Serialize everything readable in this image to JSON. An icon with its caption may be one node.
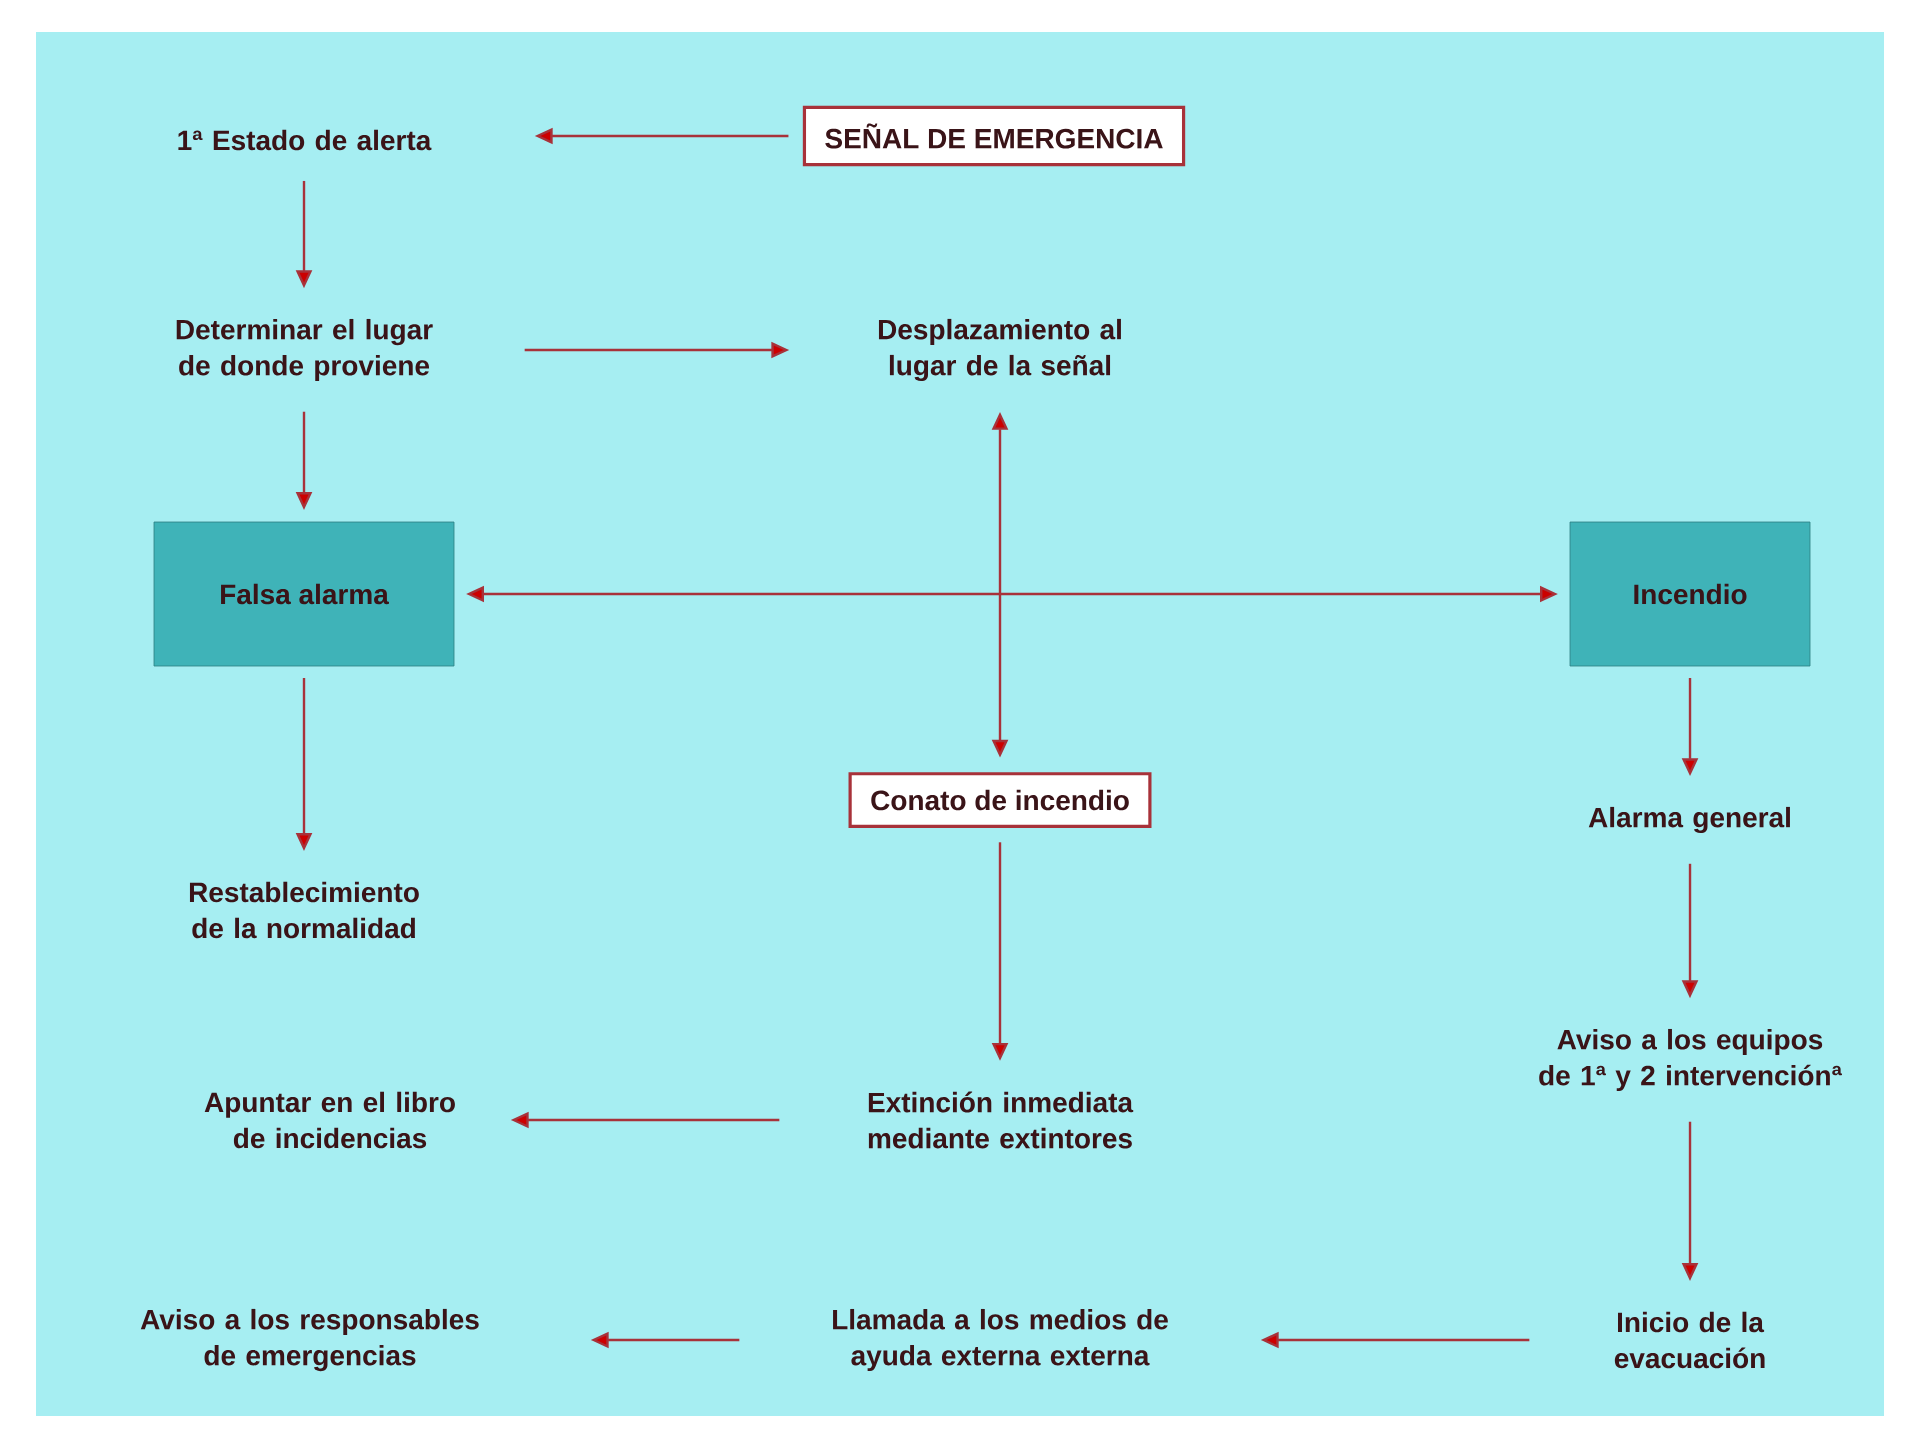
{
  "diagram": {
    "nodes": [
      {
        "text": [
          "SEÑAL DE EMERGENCIA"
        ]
      },
      {
        "text": [
          "1ª Estado de alerta"
        ]
      },
      {
        "text": [
          "Determinar el lugar de donde proviene"
        ]
      },
      {
        "text": [
          "Desplazamiento al lugar de la señal"
        ]
      },
      {
        "text": [
          "Falsa alarma"
        ]
      },
      {
        "text": [
          "Incendio"
        ]
      },
      {
        "text": [
          "Conato de incendio"
        ]
      },
      {
        "text": [
          "Restablecimiento de la normalidad"
        ]
      },
      {
        "text": [
          "Alarma general"
        ]
      },
      {
        "text": [
          "Aviso a los equipos de 1ª y 2 intervenciónª"
        ]
      },
      {
        "text": [
          "Apuntar en el libro de incidencias"
        ]
      },
      {
        "text": [
          "Extinción inmediata mediante extintores"
        ]
      },
      {
        "text": [
          "Aviso a los responsables de emergencias"
        ]
      },
      {
        "text": [
          "Llamada a los medios de ayuda externa externa"
        ]
      },
      {
        "text": [
          "Inicio de la evacuación"
        ]
      }
    ],
    "edges": [
      {
        "from": 0,
        "to": 1,
        "arrow": "to"
      },
      {
        "from": 1,
        "to": 2,
        "arrow": "to"
      },
      {
        "from": 2,
        "to": 3,
        "arrow": "to"
      },
      {
        "from": 2,
        "to": 4,
        "arrow": "to"
      },
      {
        "from": 4,
        "to": 5,
        "arrow": "both"
      },
      {
        "from": 3,
        "to": 6,
        "arrow": "both"
      },
      {
        "from": 4,
        "to": 7,
        "arrow": "to"
      },
      {
        "from": 5,
        "to": 8,
        "arrow": "to"
      },
      {
        "from": 8,
        "to": 9,
        "arrow": "to"
      },
      {
        "from": 6,
        "to": 11,
        "arrow": "to"
      },
      {
        "from": 11,
        "to": 10,
        "arrow": "to"
      },
      {
        "from": 9,
        "to": 14,
        "arrow": "to"
      },
      {
        "from": 14,
        "to": 13,
        "arrow": "to"
      },
      {
        "from": 13,
        "to": 12,
        "arrow": "to"
      }
    ]
  }
}
